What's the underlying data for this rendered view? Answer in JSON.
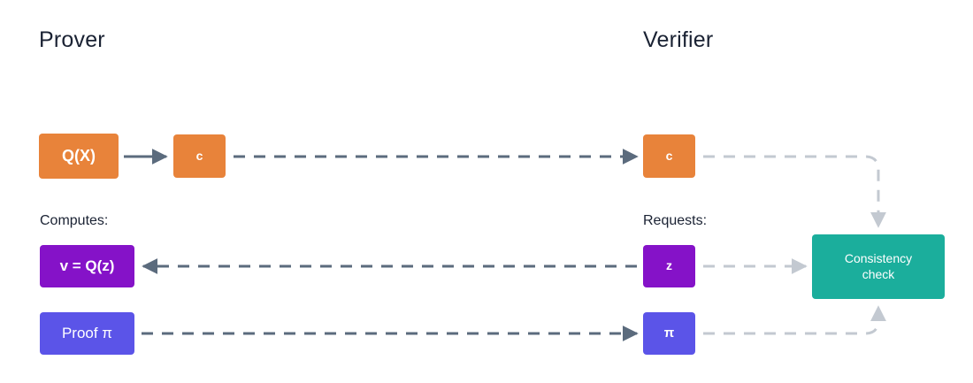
{
  "diagram": {
    "title_prover": "Prover",
    "title_verifier": "Verifier",
    "label_computes": "Computes:",
    "label_requests": "Requests:",
    "nodes": {
      "qx": "Q(X)",
      "c_left": "c",
      "c_right": "c",
      "vqz": "v = Q(z)",
      "z": "z",
      "proof": "Proof π",
      "pi": "π",
      "check_line1": "Consistency",
      "check_line2": "check"
    },
    "colors": {
      "orange": "#e8833a",
      "purple": "#8512c8",
      "indigo": "#5b54e8",
      "teal": "#1bae9c",
      "text_dark": "#1a2233",
      "arrow_dark": "#5b6b7d",
      "arrow_light": "#c3c9d1",
      "background": "#ffffff"
    },
    "edges": [
      {
        "name": "qx-to-c",
        "from": "Q(X)",
        "to": "c",
        "style": "solid",
        "color": "#5b6b7d",
        "direction": "right"
      },
      {
        "name": "c-to-c",
        "from": "c",
        "to": "c",
        "style": "dashed",
        "color": "#5b6b7d",
        "direction": "right"
      },
      {
        "name": "c-to-check",
        "from": "c",
        "to": "Consistency check",
        "style": "dashed",
        "color": "#c3c9d1",
        "direction": "down"
      },
      {
        "name": "z-to-vqz",
        "from": "z",
        "to": "v = Q(z)",
        "style": "dashed",
        "color": "#5b6b7d",
        "direction": "left"
      },
      {
        "name": "z-to-check",
        "from": "z",
        "to": "Consistency check",
        "style": "dashed",
        "color": "#c3c9d1",
        "direction": "right"
      },
      {
        "name": "proof-to-pi",
        "from": "Proof π",
        "to": "π",
        "style": "dashed",
        "color": "#5b6b7d",
        "direction": "right"
      },
      {
        "name": "pi-to-check",
        "from": "π",
        "to": "Consistency check",
        "style": "dashed",
        "color": "#c3c9d1",
        "direction": "up"
      }
    ]
  }
}
